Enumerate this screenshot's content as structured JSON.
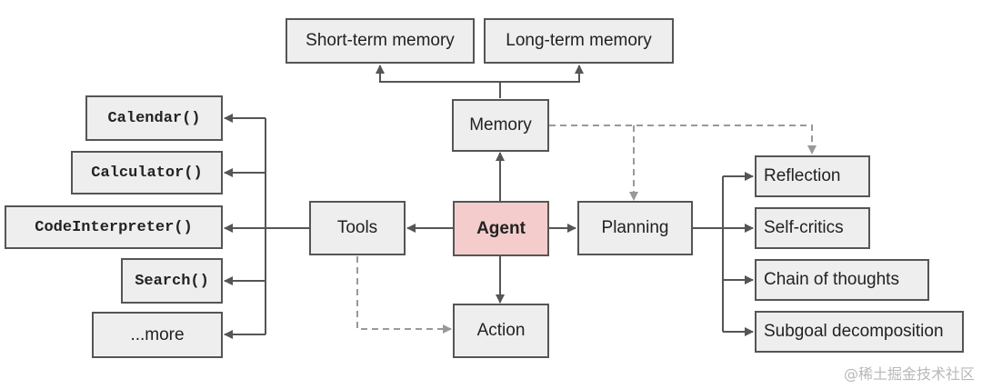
{
  "diagram": {
    "nodes": {
      "short_term_memory": "Short-term memory",
      "long_term_memory": "Long-term memory",
      "memory": "Memory",
      "tools": "Tools",
      "agent": "Agent",
      "planning": "Planning",
      "action": "Action",
      "calendar": "Calendar()",
      "calculator": "Calculator()",
      "code_interpreter": "CodeInterpreter()",
      "search": "Search()",
      "more": "...more",
      "reflection": "Reflection",
      "self_critics": "Self-critics",
      "chain_of_thoughts": "Chain of thoughts",
      "subgoal_decomposition": "Subgoal decomposition"
    },
    "colors": {
      "node_fill": "#eeeeee",
      "node_border": "#555555",
      "agent_fill": "#f4cccc",
      "solid_edge": "#555555",
      "dashed_edge": "#999999"
    }
  },
  "watermark": "@稀土掘金技术社区"
}
